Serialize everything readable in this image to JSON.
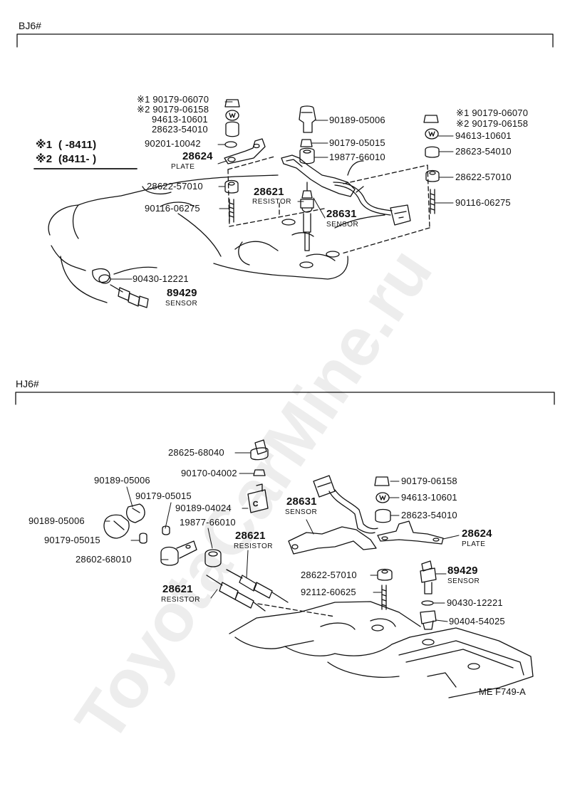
{
  "sections": {
    "top": "BJ6#",
    "bottom": "HJ6#"
  },
  "legend": {
    "mark1": "※1",
    "range1": "(      -8411)",
    "mark2": "※2",
    "range2": "(8411-      )"
  },
  "top_labels": {
    "p_90179_06070_a": "※1 90179-06070",
    "p_90179_06158_a": "※2 90179-06158",
    "p_94613_10601_a": "94613-10601",
    "p_28623_54010_a": "28623-54010",
    "p_90201_10042": "90201-10042",
    "p_28624": "28624",
    "plate": "PLATE",
    "p_28622_57010_a": "28622-57010",
    "p_90116_06275_a": "90116-06275",
    "p_90430_12221_a": "90430-12221",
    "p_89429": "89429",
    "sensor_89429": "SENSOR",
    "p_90189_05006": "90189-05006",
    "p_90179_05015": "90179-05015",
    "p_19877_66010": "19877-66010",
    "p_28621": "28621",
    "resistor": "RESISTOR",
    "p_28631": "28631",
    "sensor_28631": "SENSOR",
    "p_90179_06070_b": "※1 90179-06070",
    "p_90179_06158_b": "※2 90179-06158",
    "p_94613_10601_b": "94613-10601",
    "p_28623_54010_b": "28623-54010",
    "p_28622_57010_b": "28622-57010",
    "p_90116_06275_b": "90116-06275"
  },
  "bottom_labels": {
    "p_28625_68040": "28625-68040",
    "p_90170_04002": "90170-04002",
    "p_90189_05006_a": "90189-05006",
    "p_90179_05015_a": "90179-05015",
    "p_90189_04024": "90189-04024",
    "p_90189_05006_b": "90189-05006",
    "p_19877_66010": "19877-66010",
    "p_90179_05015_b": "90179-05015",
    "p_28621_a": "28621",
    "resistor_a": "RESISTOR",
    "p_28602_68010": "28602-68010",
    "p_28621_b": "28621",
    "resistor_b": "RESISTOR",
    "p_28631": "28631",
    "sensor_28631": "SENSOR",
    "p_90179_06158": "90179-06158",
    "p_94613_10601": "94613-10601",
    "p_28623_54010": "28623-54010",
    "p_28624": "28624",
    "plate": "PLATE",
    "p_28622_57010": "28622-57010",
    "p_92112_60625": "92112-60625",
    "p_89429": "89429",
    "sensor_89429": "SENSOR",
    "p_90430_12221": "90430-12221",
    "p_90404_54025": "90404-54025"
  },
  "footer": {
    "code": "ME  F749-A"
  },
  "watermark": "ToyotaCarMine.ru"
}
